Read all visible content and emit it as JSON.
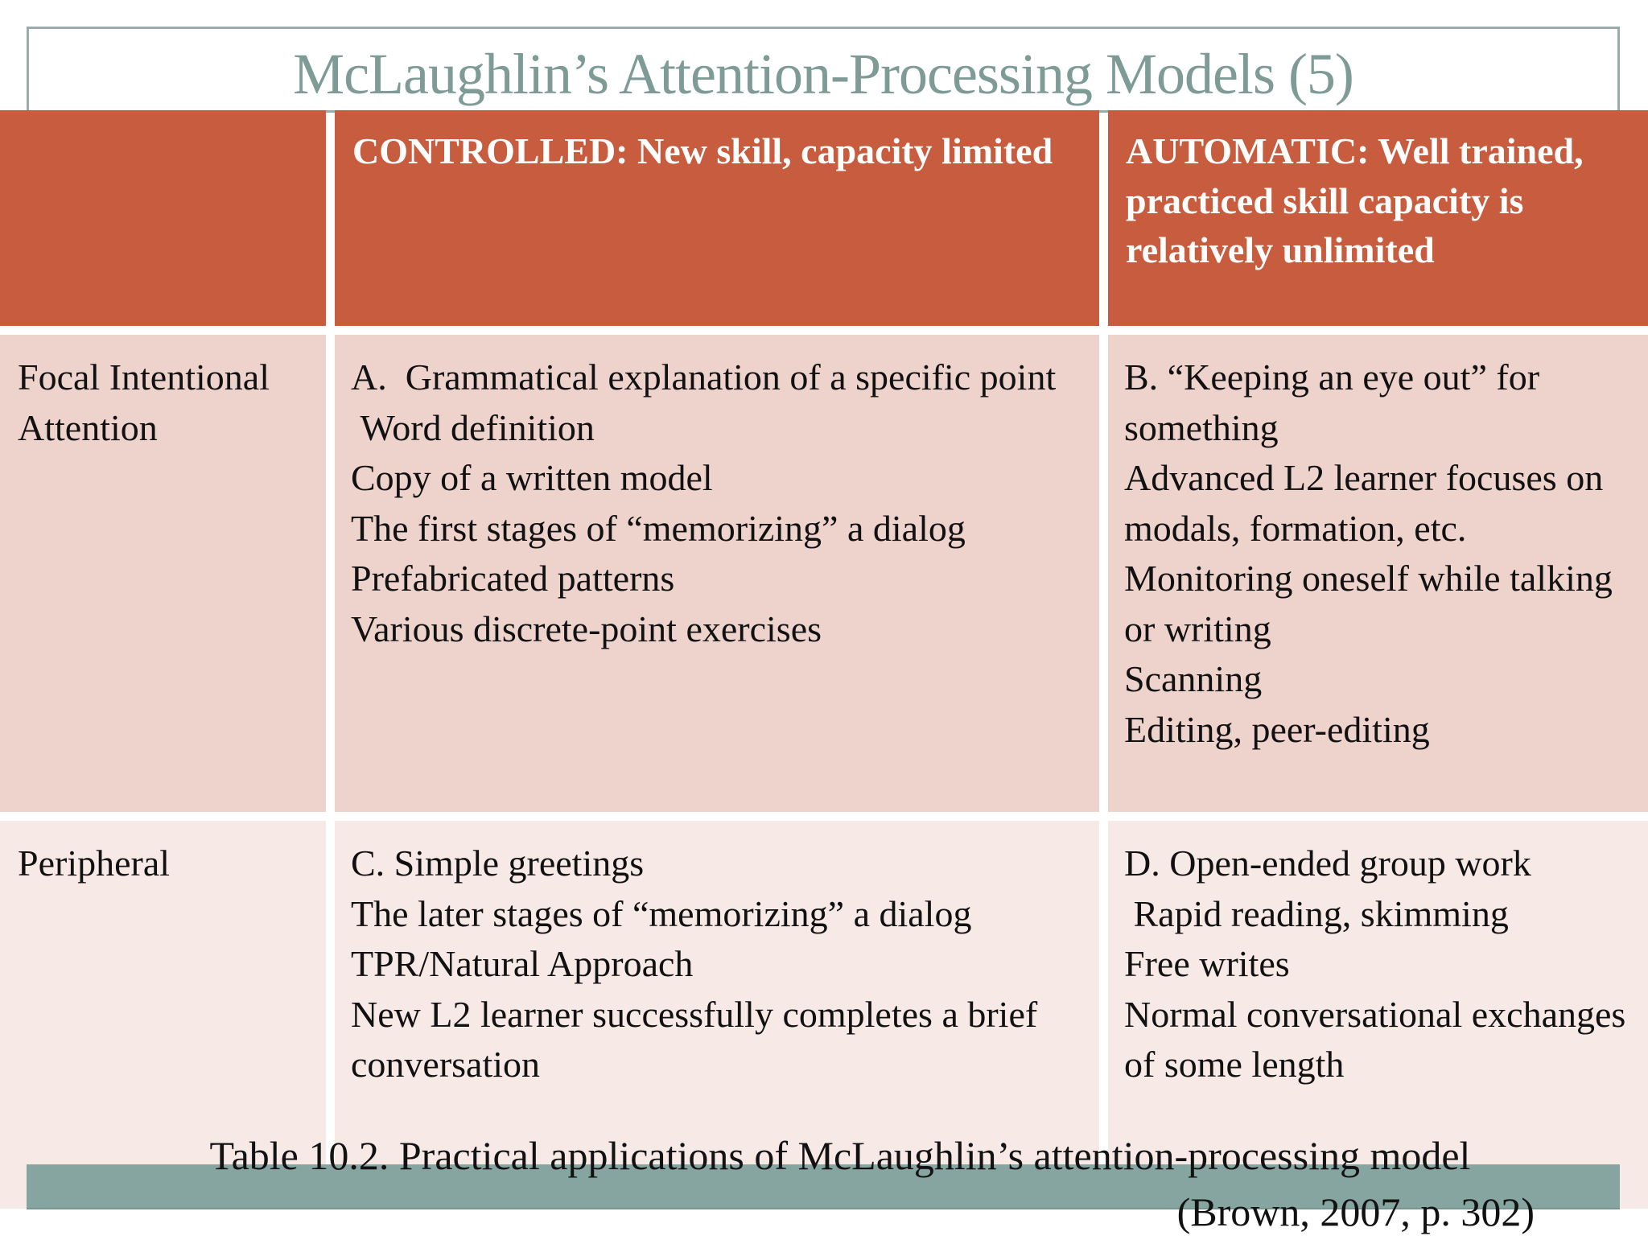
{
  "slide": {
    "title": "McLaughlin’s Attention-Processing Models (5)",
    "caption": "Table 10.2. Practical applications of McLaughlin’s attention-processing model",
    "citation": "(Brown, 2007, p. 302)"
  },
  "colors": {
    "header_bg": "#c75c3e",
    "row1_bg": "#eed3cd",
    "row2_bg": "#f7e9e6",
    "footer_band": "#87a5a0",
    "title_text": "#7e9b96",
    "title_border": "#97ada9",
    "header_text": "#ffffff",
    "body_text": "#111111"
  },
  "table": {
    "columns": [
      {
        "label": ""
      },
      {
        "label": "CONTROLLED: New skill, capacity limited"
      },
      {
        "label": "AUTOMATIC: Well trained, practiced skill capacity is relatively unlimited"
      }
    ],
    "rows": [
      {
        "label": "Focal Intentional Attention",
        "controlled": [
          "A.  Grammatical explanation of a specific point",
          " Word definition",
          "Copy of a written model",
          "The first stages of “memorizing” a dialog",
          "Prefabricated patterns",
          "Various discrete-point exercises"
        ],
        "automatic": [
          "B. “Keeping an eye out” for something",
          "Advanced L2 learner focuses on modals, formation, etc.",
          "Monitoring oneself while talking or writing",
          "Scanning",
          "Editing, peer-editing"
        ]
      },
      {
        "label": "Peripheral",
        "controlled": [
          "C. Simple greetings",
          "The later stages of “memorizing” a dialog",
          "TPR/Natural Approach",
          "New L2 learner successfully completes a brief conversation"
        ],
        "automatic": [
          "D. Open-ended group work",
          " Rapid reading, skimming",
          "Free writes",
          "Normal conversational exchanges of some length"
        ]
      }
    ]
  }
}
